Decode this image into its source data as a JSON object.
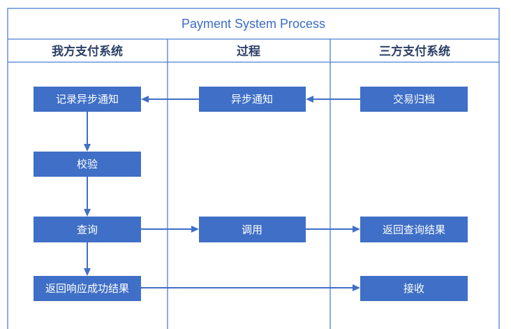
{
  "title": "Payment System Process",
  "lanes": [
    {
      "label": "我方支付系统"
    },
    {
      "label": "过程"
    },
    {
      "label": "三方支付系统"
    }
  ],
  "nodes": {
    "record_async": {
      "label": "记录异步通知"
    },
    "verify": {
      "label": "校验"
    },
    "query": {
      "label": "查询"
    },
    "return_response": {
      "label": "返回响应成功结果"
    },
    "async_notify": {
      "label": "异步通知"
    },
    "call": {
      "label": "调用"
    },
    "archive": {
      "label": "交易归档"
    },
    "return_query": {
      "label": "返回查询结果"
    },
    "receive": {
      "label": "接收"
    }
  },
  "colors": {
    "border": "#4a7fd4",
    "node_fill": "#3f6fc6",
    "node_text": "#ffffff",
    "title_text": "#3b6cc4",
    "lane_header_text": "#2c3e66"
  }
}
